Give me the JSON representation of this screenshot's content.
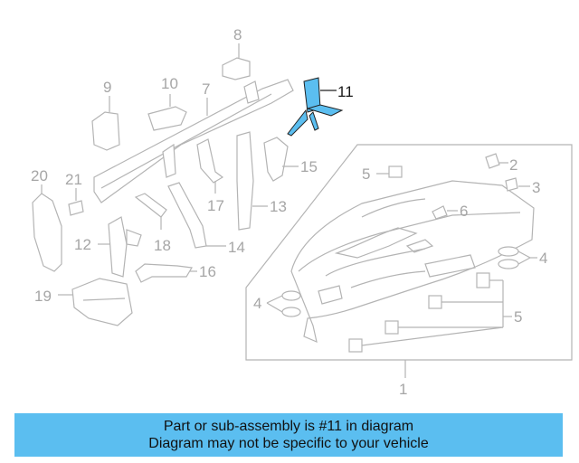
{
  "callouts": {
    "n1": "1",
    "n2": "2",
    "n3": "3",
    "n4a": "4",
    "n4b": "4",
    "n5a": "5",
    "n5b": "5",
    "n6": "6",
    "n7": "7",
    "n8": "8",
    "n9": "9",
    "n10": "10",
    "n11": "11",
    "n12": "12",
    "n13": "13",
    "n14": "14",
    "n15": "15",
    "n16": "16",
    "n17": "17",
    "n18": "18",
    "n19": "19",
    "n20": "20",
    "n21": "21"
  },
  "banner": {
    "line1": "Part or sub-assembly is #11 in diagram",
    "line2": "Diagram may not be specific to your vehicle"
  },
  "colors": {
    "highlight": "#5bbef0",
    "banner_bg": "#5bbef0",
    "line": "#b4b4b4",
    "label": "#a6a6a6"
  }
}
